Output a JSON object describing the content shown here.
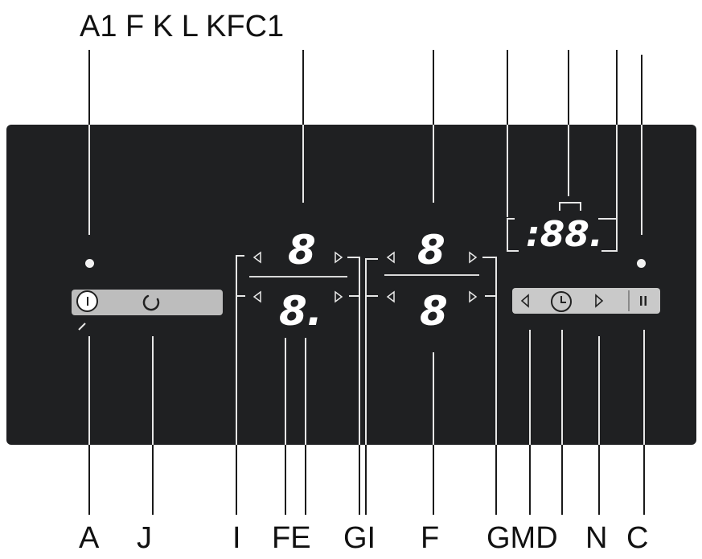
{
  "callouts_top": [
    "A1",
    "F",
    "K",
    "L",
    "KFC1"
  ],
  "callouts_bottom": {
    "a": "A",
    "j": "J",
    "i1": "I",
    "fe": "FE",
    "gi": "GI",
    "f": "F",
    "gmd": "GMD",
    "n": "N",
    "c": "C"
  },
  "display": {
    "zone1_top": "8",
    "zone1_bottom": "8.",
    "zone2_top": "8",
    "zone2_bottom": "8",
    "timer": ":88."
  },
  "colors": {
    "panel": "#1f2022",
    "bar_left": "#bdbdbd",
    "bar_right": "#c9c9c9",
    "display": "#ffffff"
  },
  "icons": {
    "power": "power-icon",
    "booster": "booster-icon",
    "timer_minus": "timer-left-arrow-icon",
    "timer_clock": "clock-icon",
    "timer_plus": "timer-right-arrow-icon",
    "pause": "pause-icon"
  }
}
